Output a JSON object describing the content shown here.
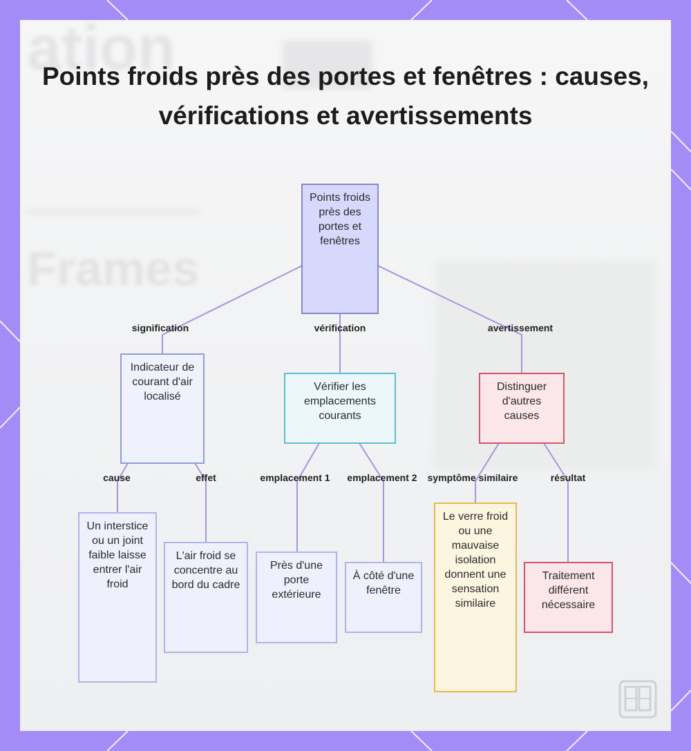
{
  "title": "Points froids près des portes et fenêtres : causes, vérifications et avertissements",
  "colors": {
    "frame": "#a48cf7",
    "edge": "#a793e0",
    "root_fill": "#d7d8fb",
    "check_border": "#58c0d3",
    "warning_border": "#d4536a",
    "symptom_border": "#e8b84b"
  },
  "nodes": {
    "root": "Points froids près des portes et fenêtres",
    "indicator": "Indicateur de courant d'air localisé",
    "check": "Vérifier les emplacements courants",
    "distinguish": "Distinguer d'autres causes",
    "gap": "Un interstice ou un joint faible laisse entrer l'air froid",
    "cold_air": "L'air froid se concentre au bord du cadre",
    "near_door": "Près d'une porte extérieure",
    "near_window": "À côté d'une fenêtre",
    "glass": "Le verre froid ou une mauvaise isolation donnent une sensation similaire",
    "treatment": "Traitement différent nécessaire"
  },
  "edges": {
    "signification": "signification",
    "verification": "vérification",
    "avertissement": "avertissement",
    "cause": "cause",
    "effet": "effet",
    "emplacement1": "emplacement 1",
    "emplacement2": "emplacement 2",
    "symptome": "symptôme similaire",
    "resultat": "résultat"
  },
  "watermark_icon": "window-frame-icon"
}
